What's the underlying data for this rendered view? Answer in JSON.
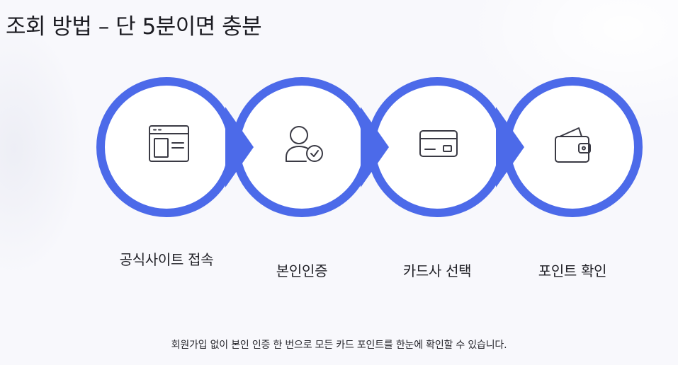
{
  "header": {
    "title": "조회 방법 – 단 5분이면 충분"
  },
  "steps": [
    {
      "label": "공식사이트 접속",
      "icon": "browser-window-icon"
    },
    {
      "label": "본인인증",
      "icon": "user-check-icon"
    },
    {
      "label": "카드사 선택",
      "icon": "credit-card-icon"
    },
    {
      "label": "포인트 확인",
      "icon": "wallet-icon"
    }
  ],
  "footer": {
    "note": "회원가입 없이 본인 인증 한 번으로 모든 카드 포인트를 한눈에 확인할 수 있습니다."
  },
  "colors": {
    "accent": "#4c6ae9",
    "background": "#f8f8fc",
    "circle_fill": "#ffffff",
    "icon_stroke": "#3a3a44"
  }
}
